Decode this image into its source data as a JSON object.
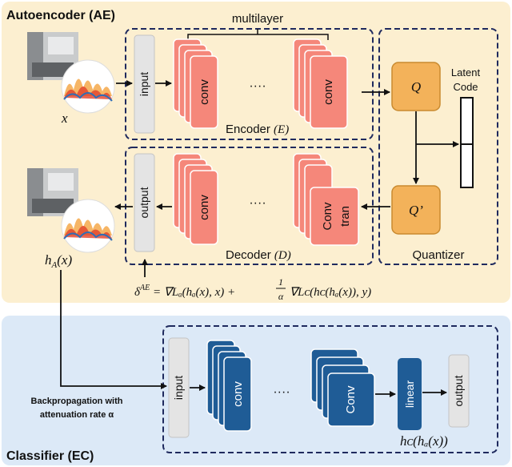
{
  "sections": {
    "autoencoder_title": "Autoencoder (AE)",
    "classifier_title": "Classifier  (EC)"
  },
  "encoder": {
    "multilayer_label": "multilayer",
    "input_label": "input",
    "conv_label": "conv",
    "ellipsis": "····",
    "caption_text": "Encoder ",
    "caption_symbol": "(E)"
  },
  "decoder": {
    "output_label": "output",
    "conv_label": "conv",
    "conv_tran_line1": "Conv",
    "conv_tran_line2": "tran",
    "ellipsis": "····",
    "caption_text": "Decoder ",
    "caption_symbol": "(D)"
  },
  "quantizer": {
    "q_label": "Q",
    "q_prime_label": "Q’",
    "latent_line1": "Latent",
    "latent_line2": "Code",
    "caption": "Quantizer"
  },
  "formulas": {
    "input_var": "x",
    "reconstruction": "h",
    "reconstruction_sub": "A",
    "reconstruction_arg": "(x)",
    "delta": "δ",
    "delta_sup": "AE",
    "gradient": " = ∇Lₐ(hₐ(x), x) + ",
    "frac_num": "1",
    "frac_den": "α",
    "gradient_tail": "∇Lᴄ(hᴄ(hₐ(x)), y)",
    "classifier_output": "hᴄ(hₐ(x))"
  },
  "classifier": {
    "input_label": "input",
    "conv_label": "conv",
    "conv_cap_label": "Conv",
    "linear_label": "linear",
    "output_label": "output",
    "ellipsis": "····"
  },
  "backprop": {
    "line1": "Backpropagation with",
    "line2": "attenuation rate α"
  },
  "colors": {
    "ae_bg": "#fcefd0",
    "ec_bg": "#dce9f7",
    "salmon": "#f5877a",
    "navy": "#1f5c96",
    "orange": "#f3b25a",
    "dash": "#1f2a5e"
  }
}
